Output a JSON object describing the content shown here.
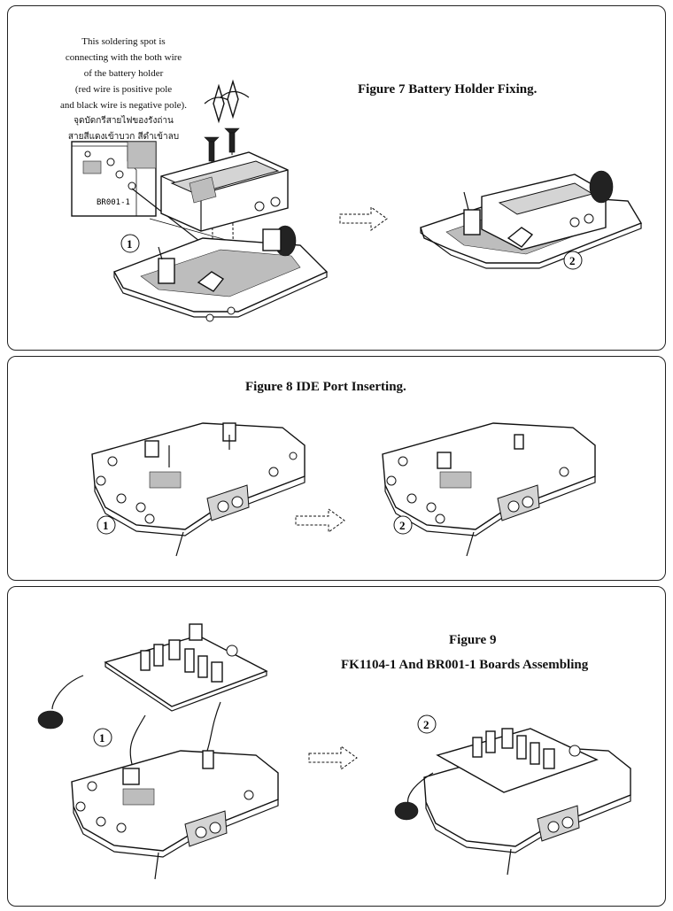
{
  "figure7": {
    "title": "Figure 7 Battery Holder Fixing.",
    "note_en": [
      "This soldering spot is",
      "connecting with the both wire",
      "of the battery holder",
      "(red wire is positive pole",
      "and black wire is negative pole)."
    ],
    "note_th": [
      "จุดบัดกรีสายไฟของรังถ่าน",
      "สายสีแดงเข้าบวก สีดำเข้าลบ"
    ],
    "board_label": "BR001-1",
    "step1": "1",
    "step2": "2"
  },
  "figure8": {
    "title": "Figure 8 IDE Port Inserting.",
    "step1": "1",
    "step2": "2"
  },
  "figure9": {
    "title_line1": "Figure 9",
    "title_line2": "FK1104-1 And BR001-1 Boards Assembling",
    "step1": "1",
    "step2": "2"
  }
}
